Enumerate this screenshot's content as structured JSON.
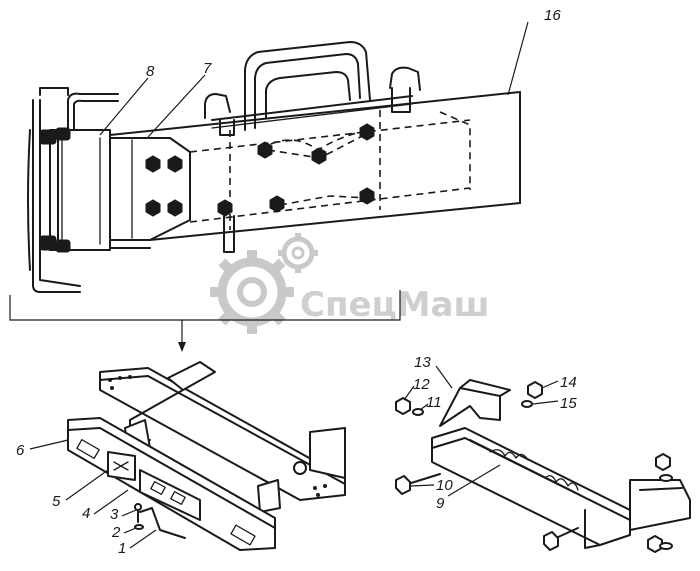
{
  "watermark": {
    "text": "СпецМаш"
  },
  "callouts": [
    "1",
    "2",
    "3",
    "4",
    "5",
    "6",
    "7",
    "8",
    "9",
    "10",
    "11",
    "12",
    "13",
    "14",
    "15",
    "16"
  ],
  "colors": {
    "ink": "#1a1a1a",
    "watermark": "#c9c9c9",
    "background": "#ffffff"
  }
}
